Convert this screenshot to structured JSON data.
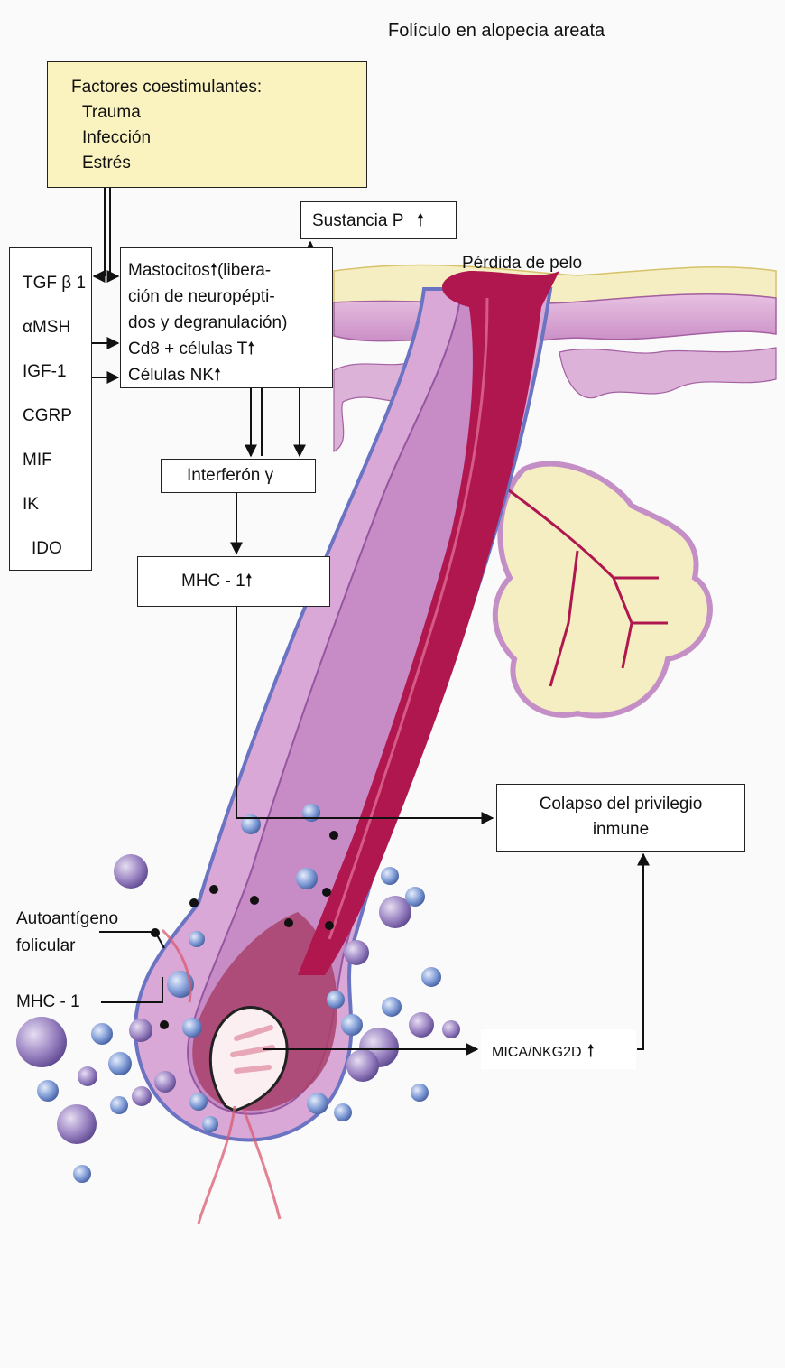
{
  "title": "Folículo en alopecia areata",
  "hair_loss_label": "Pérdida de pelo",
  "factors": {
    "heading": "Factores coestimulantes:",
    "items": [
      "Trauma",
      "Infección",
      "Estrés"
    ]
  },
  "substance_p": "Sustancia P",
  "left_factors": [
    "TGF β 1",
    "αMSH",
    "IGF-1",
    "CGRP",
    "MIF",
    "IK",
    "IDO"
  ],
  "cells": {
    "mast_1": "Mastocitos",
    "mast_1b": "(libera-",
    "mast_2": "ción de neuropépti-",
    "mast_3": "dos y degranulación)",
    "cd8": "Cd8 + células T",
    "nk": "Células NK"
  },
  "interferon": "Interferón γ",
  "mhc_box": "MHC - 1",
  "collapse": [
    "Colapso del privilegio",
    "inmune"
  ],
  "mica": "MICA/NKG2D",
  "autoantigen": [
    "Autoantígeno",
    "folicular"
  ],
  "mhc_label": "MHC - 1",
  "colors": {
    "factor_box": "#fbf3bf",
    "hair_shaft": "#b0174f",
    "follicle_pink": "#d9a8d6",
    "follicle_outer": "#7c7fc4",
    "sebaceous_yellow": "#f4eec2",
    "cell_violet": "#8f76b8",
    "cell_blue": "#6f8fd0"
  }
}
